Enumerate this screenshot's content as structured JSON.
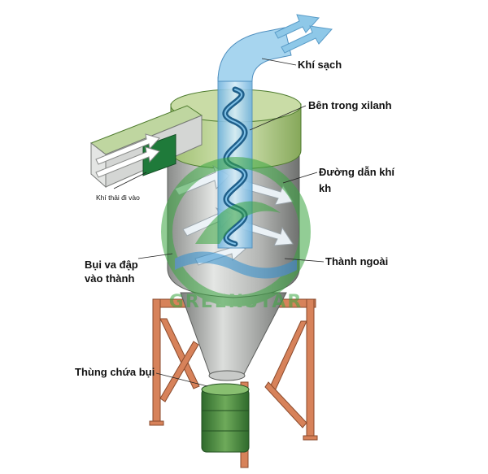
{
  "labels": {
    "clean_air": "Khí sạch",
    "inside_cylinder": "Bên trong xilanh",
    "gas_duct": "Đường dẫn khí",
    "gas_duct_fragment": "kh",
    "inlet_gas": "Khí thải đi vào",
    "dust_hits_wall_1": "Bụi va đập",
    "dust_hits_wall_2": "vào thành",
    "outer_wall": "Thành ngoài",
    "dust_bin": "Thùng chứa bụi"
  },
  "watermark": {
    "text": "GREENSTAR",
    "color": "#3aa640"
  },
  "colors": {
    "steel_light": "#d8dad8",
    "steel_dark": "#6f716f",
    "green_shell": "#b6cf8a",
    "green_dark": "#4c7a2c",
    "duct_green": "#1f7a3a",
    "air_blue": "#8ec8e8",
    "frame_orange": "#d7825a",
    "bin_green": "#3f7f3a"
  },
  "icons": [
    "clean-air-arrow-icon",
    "vortex-arrow-icon"
  ]
}
